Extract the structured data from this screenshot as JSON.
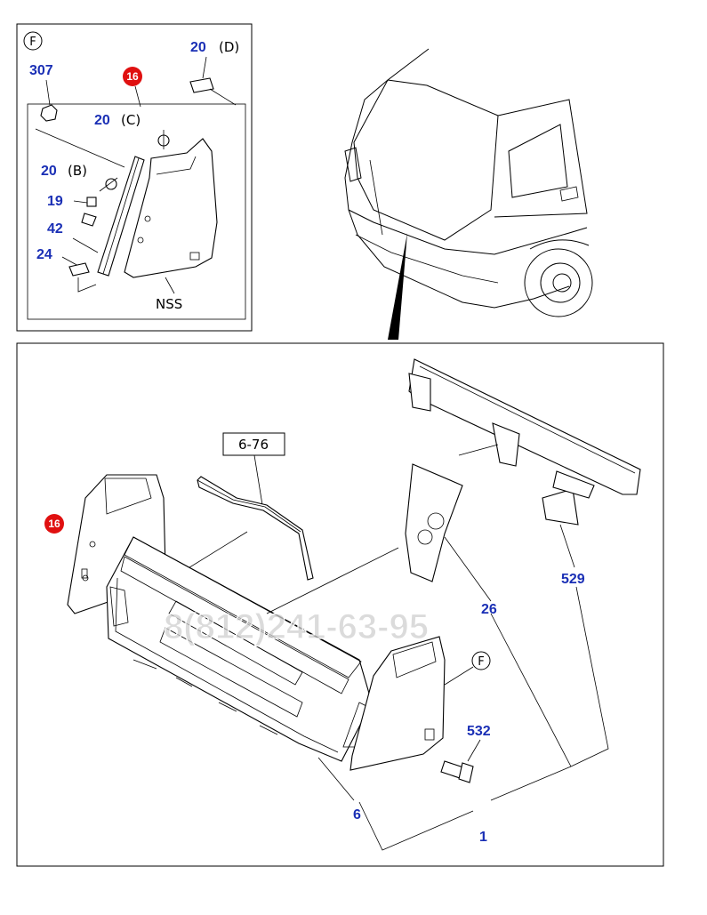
{
  "detail": {
    "view_letter": "F",
    "label_307": "307",
    "label_16": "16",
    "label_20d": "20",
    "letter_d": "(D)",
    "label_20c": "20",
    "letter_c": "(C)",
    "label_20b": "20",
    "letter_b": "(B)",
    "label_19": "19",
    "label_42": "42",
    "label_24": "24",
    "nss": "NSS"
  },
  "main": {
    "ref_box": "6-76",
    "label_16": "16",
    "label_529": "529",
    "label_26": "26",
    "view_letter": "F",
    "label_532": "532",
    "label_6": "6",
    "label_1": "1"
  },
  "watermark": "8(812)241-63-95",
  "colors": {
    "number_blue": "#1a2fb5",
    "callout_red": "#e01010"
  }
}
